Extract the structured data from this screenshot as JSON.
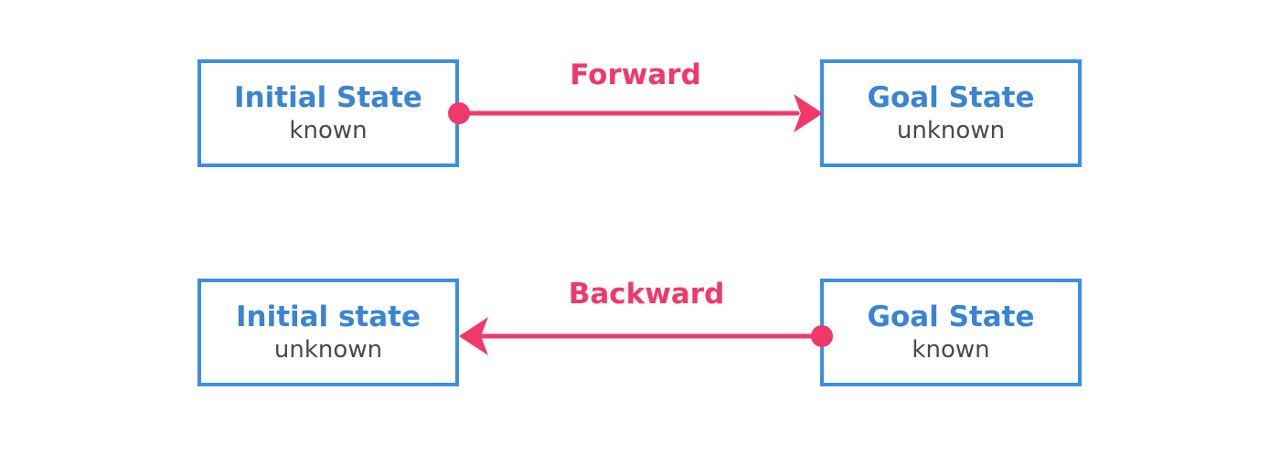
{
  "colors": {
    "box_border": "#3a8ee6",
    "title_text": "#3a84d4",
    "subtitle_text": "#4a4a4a",
    "arrow": "#f0396a"
  },
  "forward": {
    "label": "Forward",
    "from": {
      "title": "Initial State",
      "status": "known"
    },
    "to": {
      "title": "Goal State",
      "status": "unknown"
    }
  },
  "backward": {
    "label": "Backward",
    "from": {
      "title": "Goal State",
      "status": "known"
    },
    "to": {
      "title": "Initial state",
      "status": "unknown"
    }
  }
}
